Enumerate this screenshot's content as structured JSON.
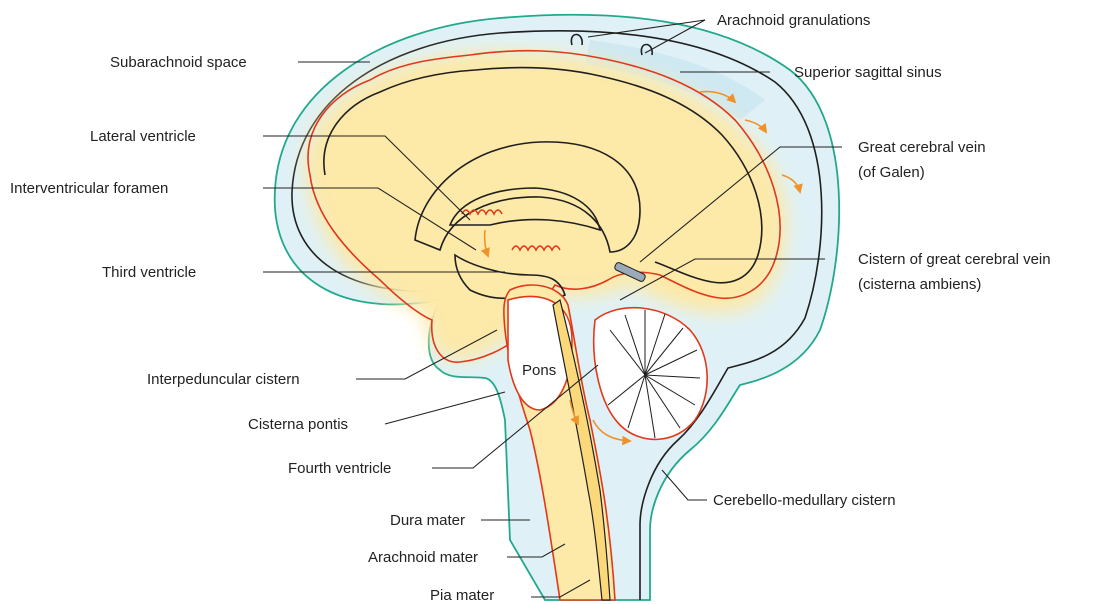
{
  "labels": {
    "arachnoid_granulations": "Arachnoid granulations",
    "subarachnoid_space": "Subarachnoid space",
    "superior_sagittal_sinus": "Superior sagittal sinus",
    "lateral_ventricle": "Lateral ventricle",
    "great_cerebral_vein_1": "Great cerebral vein",
    "great_cerebral_vein_2": "(of Galen)",
    "interventricular_foramen": "Interventricular foramen",
    "third_ventricle": "Third ventricle",
    "cistern_great_vein_1": "Cistern of great cerebral vein",
    "cistern_great_vein_2": "(cisterna ambiens)",
    "interpeduncular_cistern": "Interpeduncular cistern",
    "pons": "Pons",
    "cisterna_pontis": "Cisterna pontis",
    "fourth_ventricle": "Fourth ventricle",
    "cerebello_medullary_cistern": "Cerebello-medullary cistern",
    "dura_mater": "Dura mater",
    "arachnoid_mater": "Arachnoid mater",
    "pia_mater": "Pia mater"
  },
  "colors": {
    "dura_fill": "#dff1f6",
    "dura_stroke": "#22a98c",
    "brain_glow": "#fde9a8",
    "pia_red": "#e2381a",
    "flow_arrow": "#f0922a",
    "outline": "#1f1f1f"
  }
}
